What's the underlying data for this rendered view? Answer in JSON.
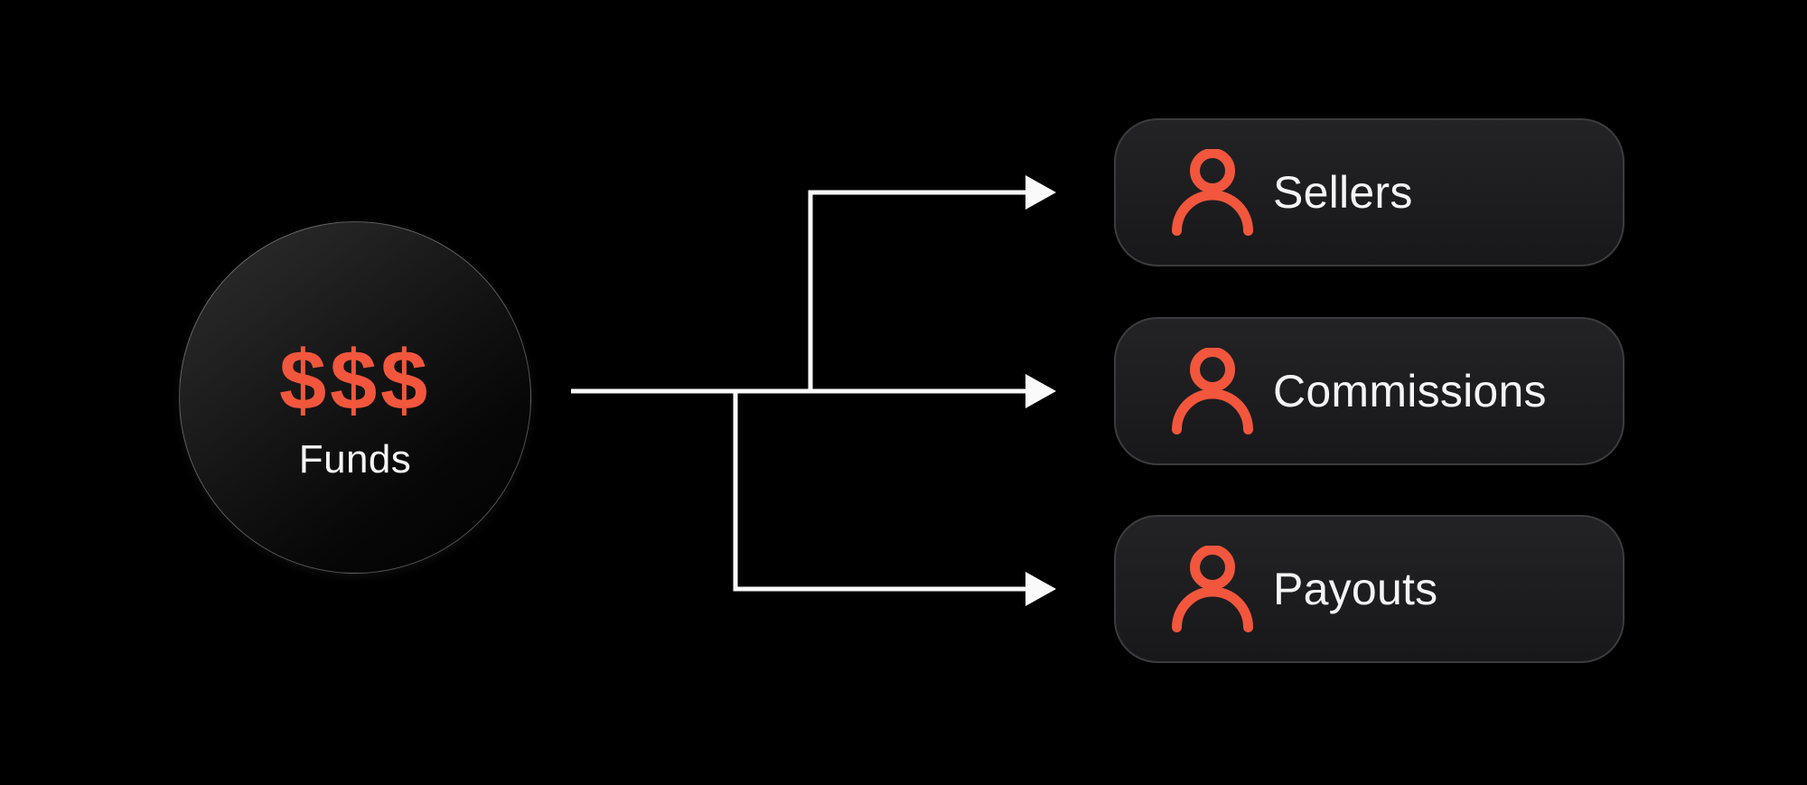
{
  "colors": {
    "background": "#000000",
    "accent": "#F2563C",
    "line": "#FAFAFA",
    "text": "#F5F5F5",
    "card-bg-top": "#232325",
    "card-bg-bottom": "#18181A",
    "card-border": "#3C3C3E"
  },
  "funds_node": {
    "symbol": "$$$",
    "label": "Funds"
  },
  "target_nodes": [
    {
      "label": "Sellers",
      "icon": "person-icon"
    },
    {
      "label": "Commissions",
      "icon": "person-icon"
    },
    {
      "label": "Payouts",
      "icon": "person-icon"
    }
  ],
  "edges": [
    {
      "from": "Funds",
      "to": "Sellers"
    },
    {
      "from": "Funds",
      "to": "Commissions"
    },
    {
      "from": "Funds",
      "to": "Payouts"
    }
  ]
}
